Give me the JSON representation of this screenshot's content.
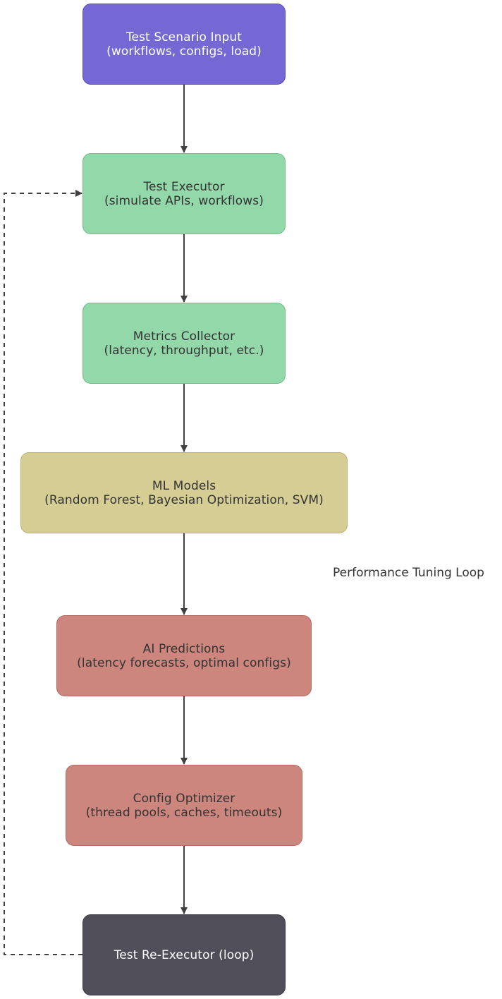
{
  "nodes": [
    {
      "id": "test-scenario-input",
      "line1": "Test Scenario Input",
      "line2": "(workflows, configs, load)",
      "fill": "#7469d4",
      "border": "#5a4fbf",
      "text_color": "#ffffff"
    },
    {
      "id": "test-executor",
      "line1": "Test Executor",
      "line2": "(simulate APIs, workflows)",
      "fill": "#92d8a9",
      "border": "#6fbf88",
      "text_color": "#333333"
    },
    {
      "id": "metrics-collector",
      "line1": "Metrics Collector",
      "line2": "(latency, throughput, etc.)",
      "fill": "#92d8a9",
      "border": "#6fbf88",
      "text_color": "#333333"
    },
    {
      "id": "ml-models",
      "line1": "ML Models",
      "line2": "(Random Forest, Bayesian Optimization, SVM)",
      "fill": "#d6cd94",
      "border": "#bcb170",
      "text_color": "#333333"
    },
    {
      "id": "ai-predictions",
      "line1": "AI Predictions",
      "line2": "(latency forecasts, optimal configs)",
      "fill": "#cd867d",
      "border": "#b56a62",
      "text_color": "#333333"
    },
    {
      "id": "config-optimizer",
      "line1": "Config Optimizer",
      "line2": "(thread pools, caches, timeouts)",
      "fill": "#cd867d",
      "border": "#b56a62",
      "text_color": "#333333"
    },
    {
      "id": "test-re-executor",
      "line1": "Test Re-Executor (loop)",
      "line2": "",
      "fill": "#504e58",
      "border": "#3c3a42",
      "text_color": "#ffffff"
    }
  ],
  "edges": [
    {
      "from": "test-scenario-input",
      "to": "test-executor",
      "style": "solid"
    },
    {
      "from": "test-executor",
      "to": "metrics-collector",
      "style": "solid"
    },
    {
      "from": "metrics-collector",
      "to": "ml-models",
      "style": "solid"
    },
    {
      "from": "ml-models",
      "to": "ai-predictions",
      "style": "solid"
    },
    {
      "from": "ai-predictions",
      "to": "config-optimizer",
      "style": "solid"
    },
    {
      "from": "config-optimizer",
      "to": "test-re-executor",
      "style": "solid"
    },
    {
      "from": "test-re-executor",
      "to": "test-executor",
      "style": "dashed"
    }
  ],
  "loop_label": "Performance Tuning Loop",
  "colors": {
    "edge": "#404040"
  }
}
